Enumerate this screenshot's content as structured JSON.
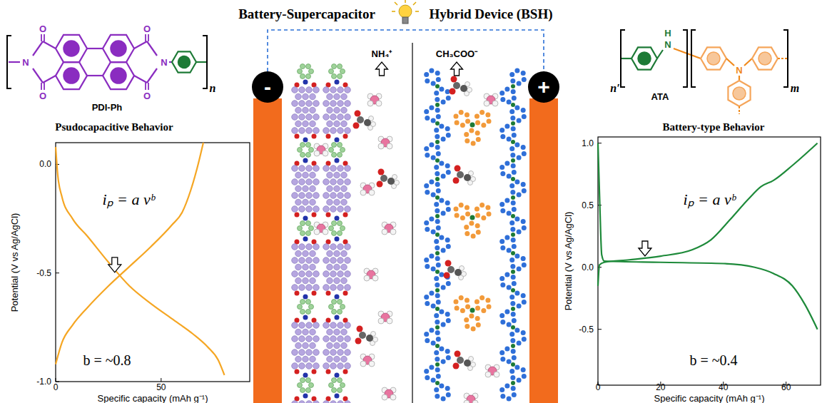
{
  "diagram": {
    "nodes": [
      {
        "text": [
          "-"
        ]
      },
      {
        "text": [
          "+"
        ]
      }
    ],
    "edges": [
      {
        "from": 0,
        "to": 1,
        "arrow": "none"
      }
    ],
    "labels": [
      "Battery-Supercapacitor",
      "Hybrid Device (BSH)",
      "O",
      "N",
      "O",
      "O",
      "N",
      "O",
      "n",
      "PDI-Ph",
      "Psudocapacitive Behavior",
      "iₚ = a νᵇ",
      "b = ~0.8",
      "Potential (V vs Ag/AgCl)",
      "0.0",
      "-0.5",
      "-1.0",
      "0",
      "50",
      "Specific capacity (mAh g⁻¹)",
      "NH₄⁺",
      "CH₃COO⁻",
      "H",
      "N",
      "N",
      "n′",
      "m",
      "ATA",
      "Battery-type Behavior",
      "iₚ = a νᵇ",
      "b = ~0.4",
      "Potential (V vs Ag/AgCl)",
      "1.0",
      "0.5",
      "0.0",
      "-0.5",
      "0",
      "20",
      "40",
      "60",
      "Specific capacity (mAh g⁻¹)"
    ]
  }
}
